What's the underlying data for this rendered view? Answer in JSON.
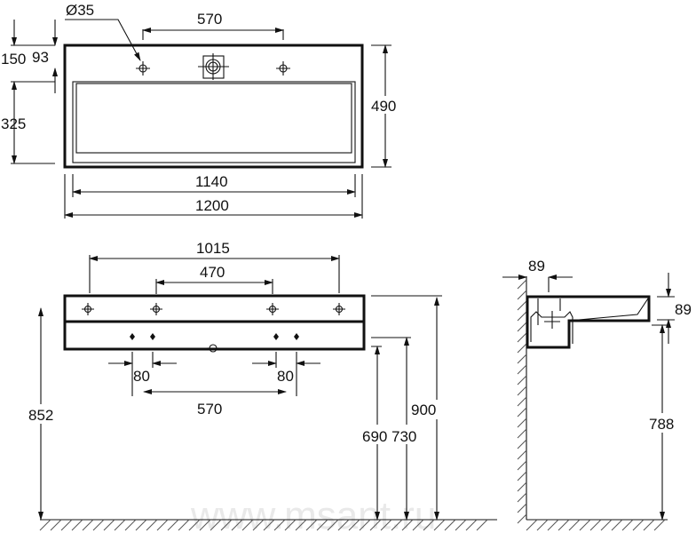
{
  "watermark": "www.msant.ru",
  "top_view": {
    "hole_diameter": "Ø35",
    "tap_spacing": "570",
    "dim_150": "150",
    "dim_93": "93",
    "dim_325": "325",
    "depth": "490",
    "inner_width": "1140",
    "outer_width": "1200"
  },
  "front_view": {
    "outer_holes": "1015",
    "inner_holes": "470",
    "mount_left": "80",
    "mount_right": "80",
    "mount_spacing": "570",
    "height_852": "852",
    "height_690": "690",
    "height_730": "730",
    "height_900": "900"
  },
  "side_view": {
    "wall_offset": "89",
    "rim_height": "89",
    "height_788": "788"
  }
}
